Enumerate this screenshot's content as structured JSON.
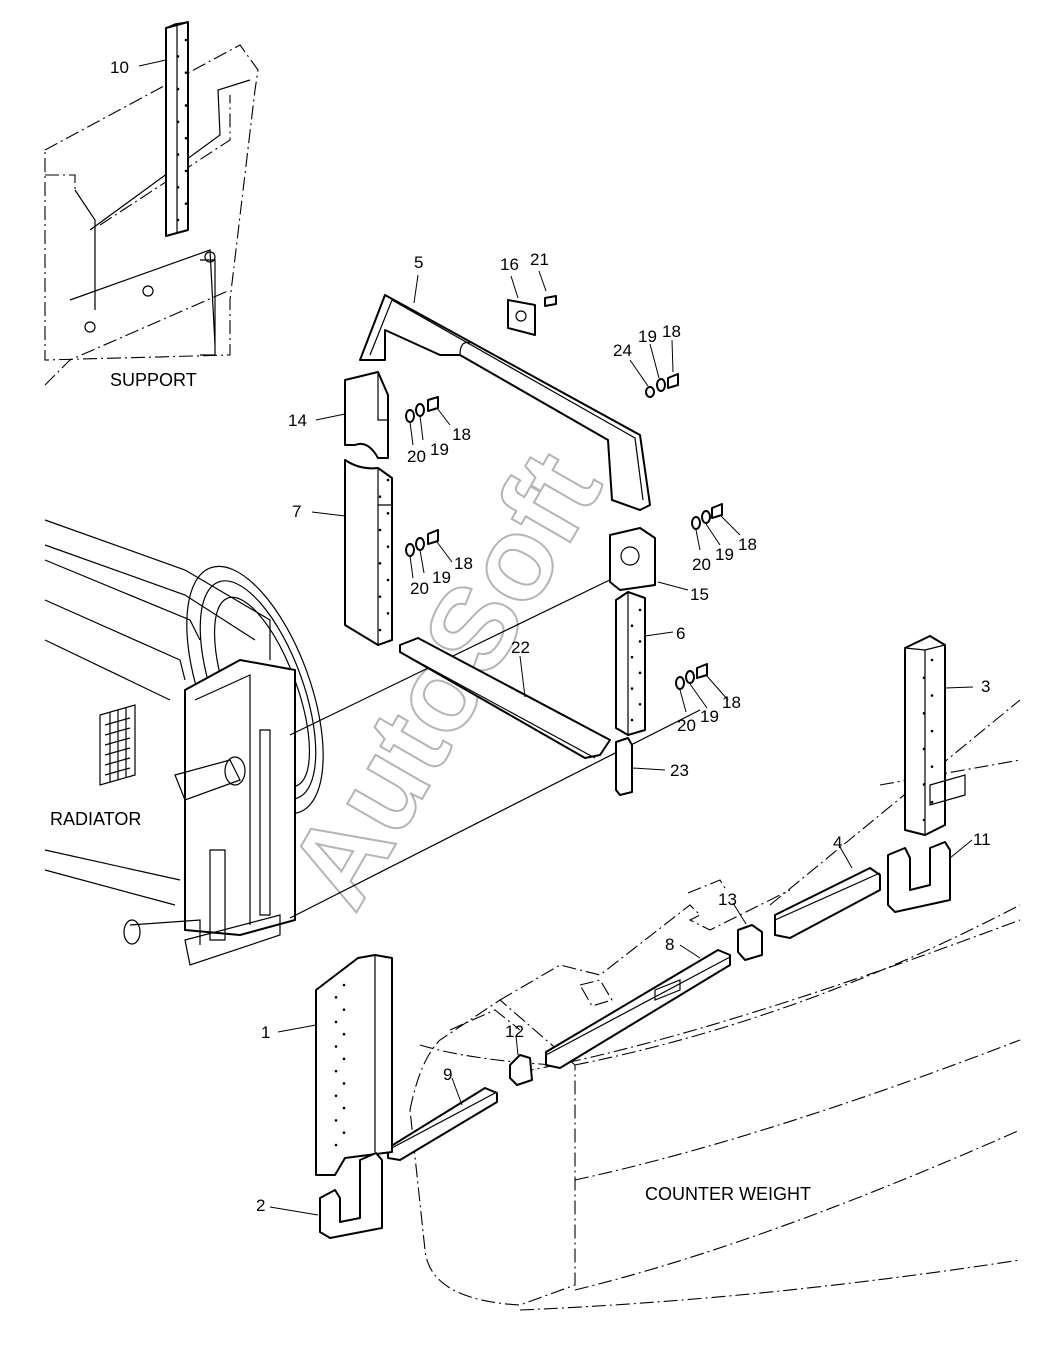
{
  "labels": {
    "support": "SUPPORT",
    "radiator": "RADIATOR",
    "counter_weight": "COUNTER WEIGHT"
  },
  "watermark": "AutoSoft",
  "callouts": {
    "c1": "1",
    "c2": "2",
    "c3": "3",
    "c4": "4",
    "c5": "5",
    "c6": "6",
    "c7": "7",
    "c8": "8",
    "c9": "9",
    "c10": "10",
    "c11": "11",
    "c12": "12",
    "c13": "13",
    "c14": "14",
    "c15": "15",
    "c16": "16",
    "c21": "21",
    "c22": "22",
    "c23": "23",
    "c24": "24",
    "g1_18": "18",
    "g1_19": "19",
    "g2_20": "20",
    "g2_19": "19",
    "g2_18": "18",
    "g3_20": "20",
    "g3_19": "19",
    "g3_18": "18",
    "g4_20": "20",
    "g4_19": "19",
    "g4_18": "18",
    "g5_20": "20",
    "g5_19": "19",
    "g5_18": "18"
  }
}
